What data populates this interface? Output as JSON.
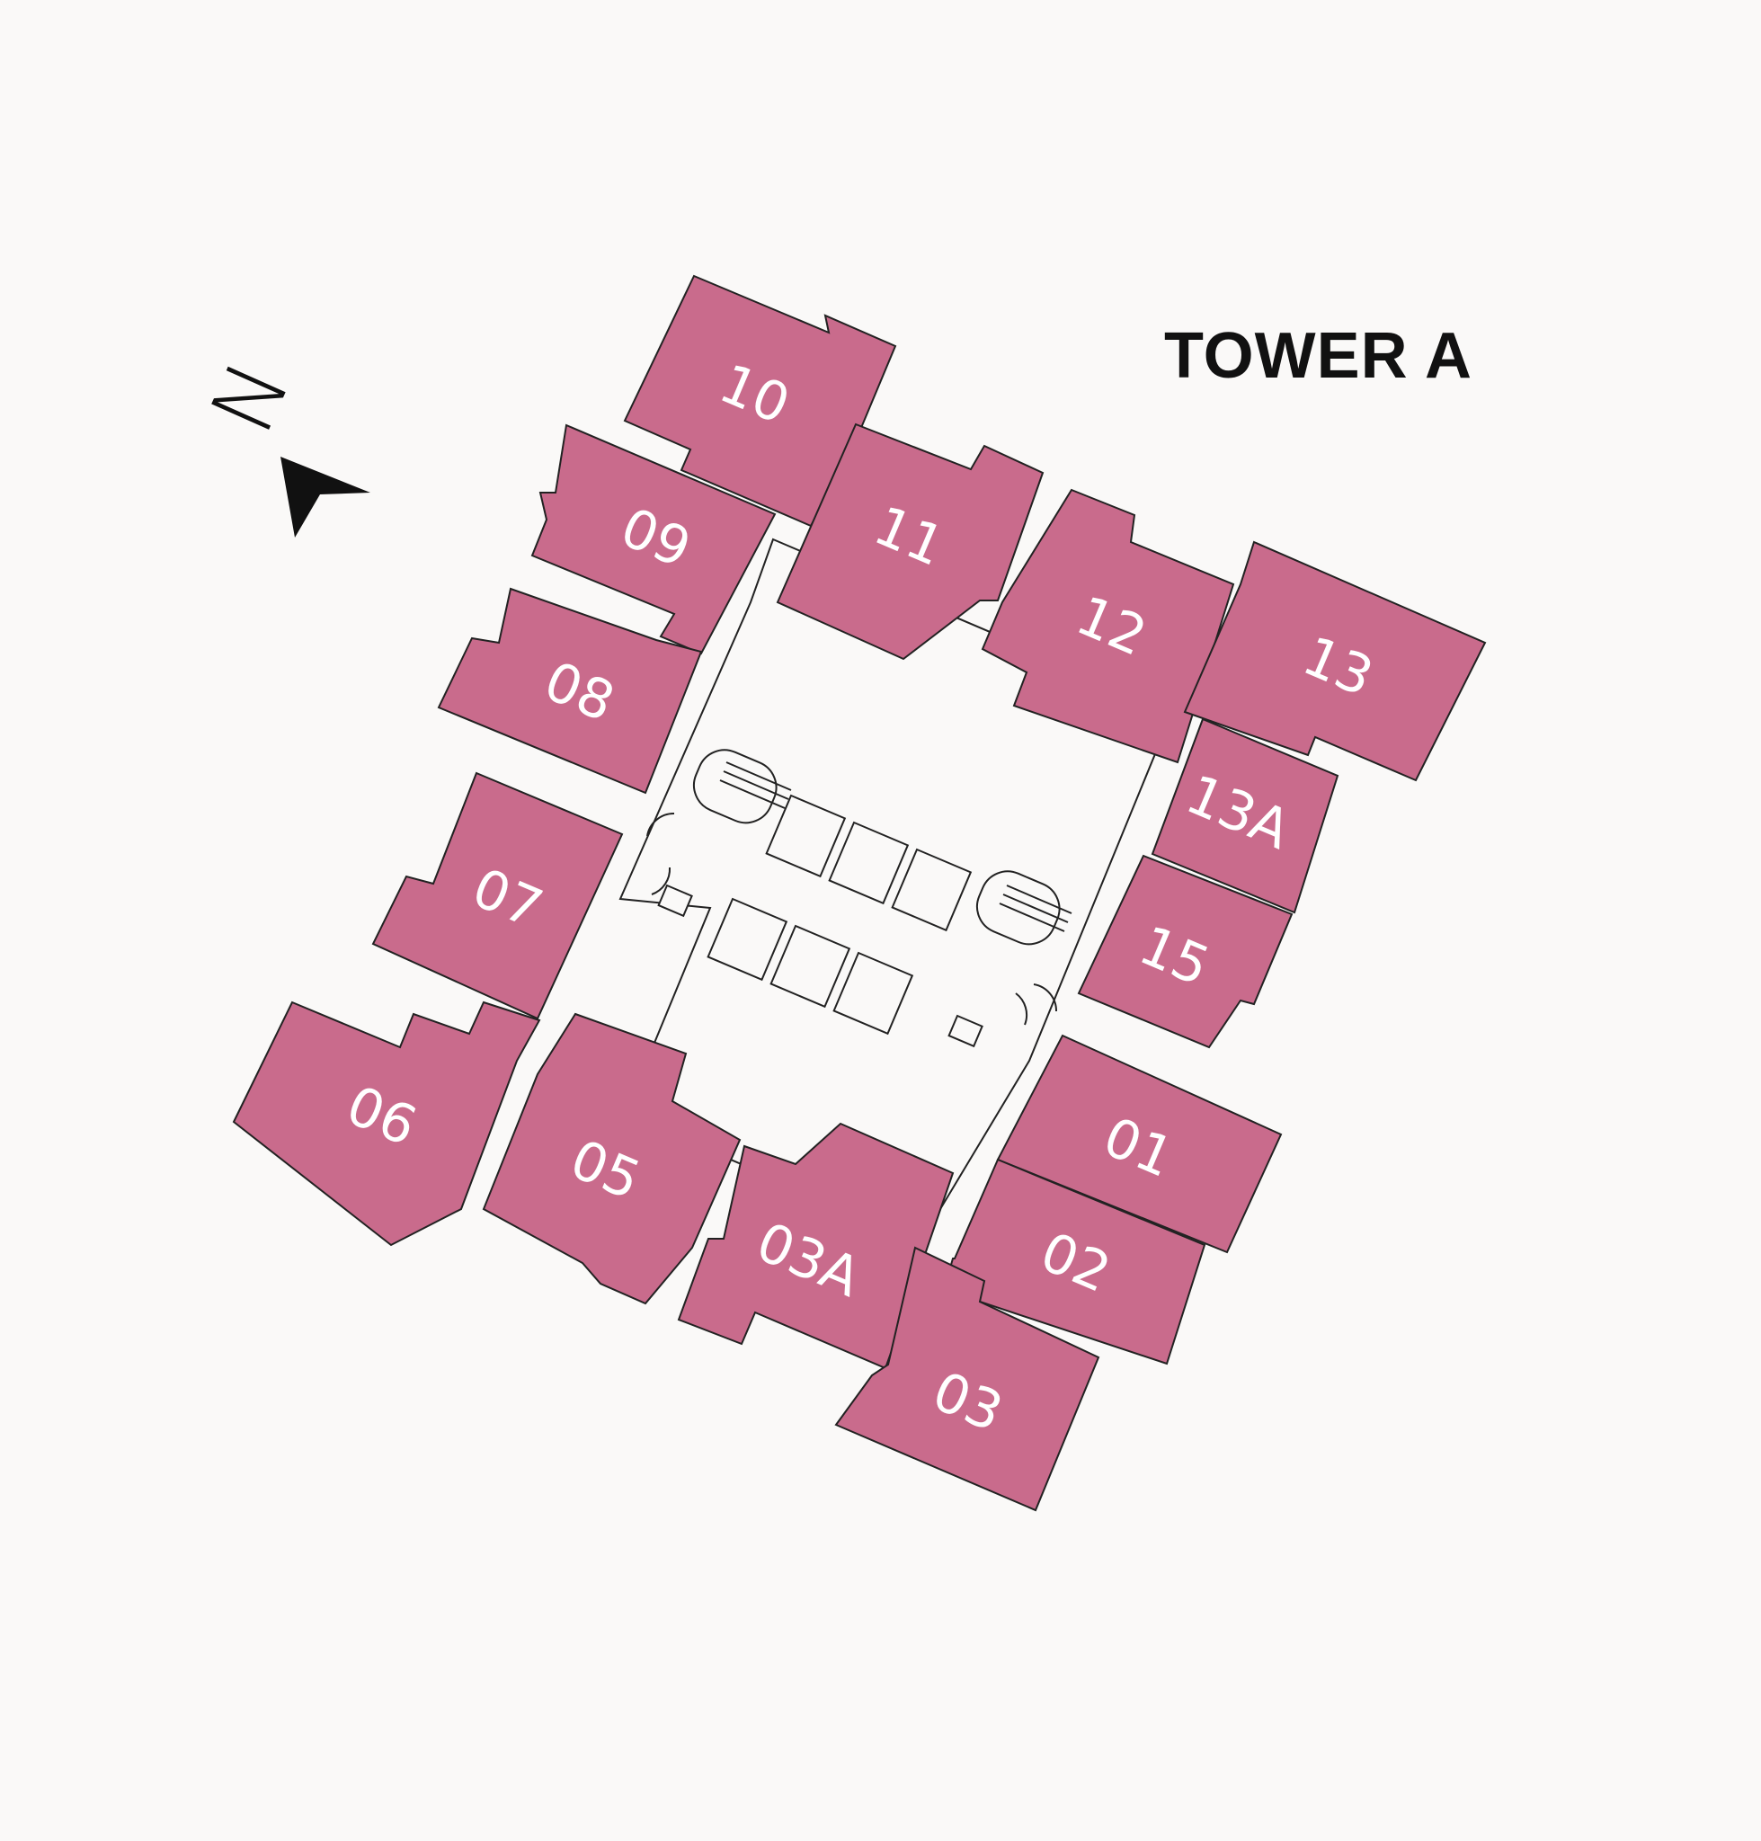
{
  "title": "TOWER A",
  "compass": {
    "letter": "N"
  },
  "colors": {
    "unit_fill": "#c96b8c",
    "outline": "#222222",
    "background": "#faf9f8"
  },
  "units": [
    "01",
    "02",
    "03",
    "03A",
    "05",
    "06",
    "07",
    "08",
    "09",
    "10",
    "11",
    "12",
    "13",
    "13A",
    "15"
  ]
}
